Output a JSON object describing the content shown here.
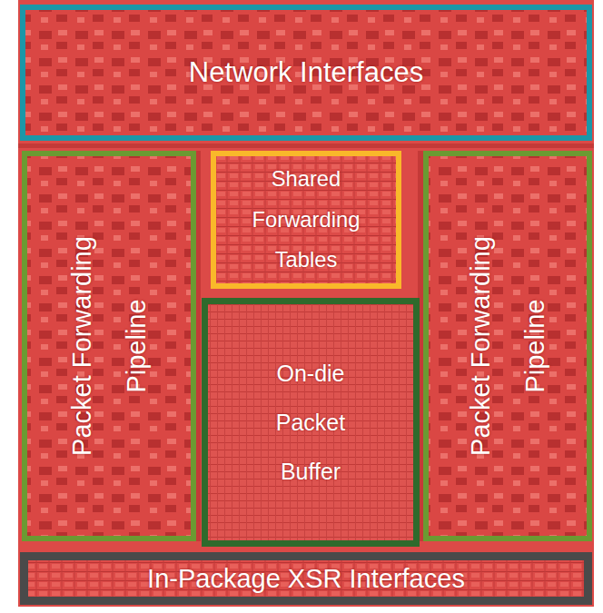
{
  "diagram": {
    "nodes": [
      {
        "text": [
          "Network Interfaces"
        ]
      },
      {
        "text": [
          "Packet Forwarding Pipeline"
        ]
      },
      {
        "text": [
          "Shared Forwarding Tables"
        ]
      },
      {
        "text": [
          "Packet Forwarding Pipeline"
        ]
      },
      {
        "text": [
          "On-die Packet Buffer"
        ]
      },
      {
        "text": [
          "In-Package XSR Interfaces"
        ]
      }
    ]
  }
}
